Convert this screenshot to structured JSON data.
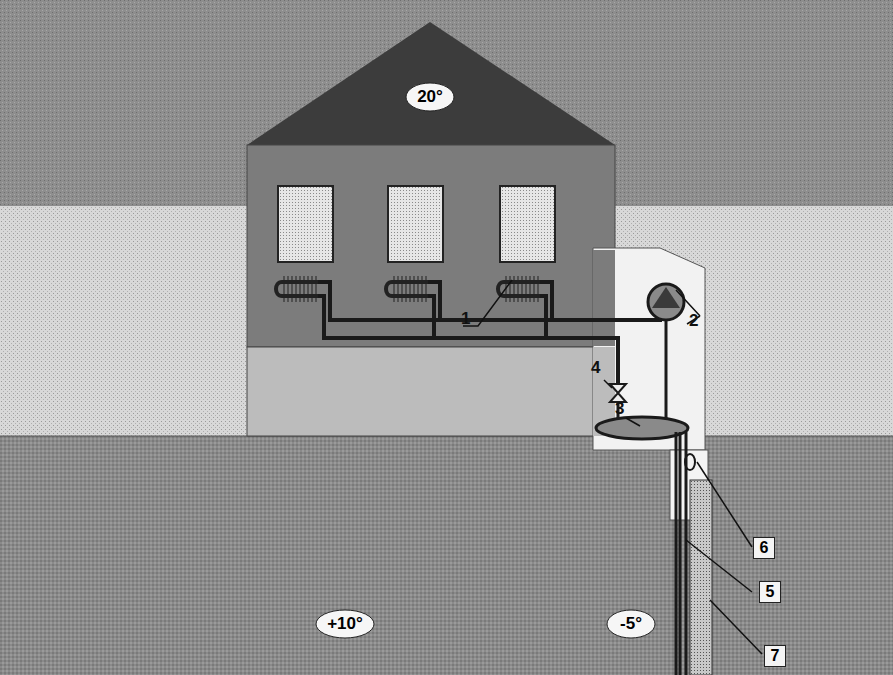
{
  "diagram": {
    "nodes": [
      {
        "text": [
          "20°"
        ]
      },
      {
        "text": [
          "+10°"
        ]
      },
      {
        "text": [
          "-5°"
        ]
      },
      {
        "text": [
          "6"
        ]
      },
      {
        "text": [
          "5"
        ]
      },
      {
        "text": [
          "7"
        ]
      }
    ],
    "labels": [
      "1",
      "2",
      "4",
      "3"
    ]
  }
}
